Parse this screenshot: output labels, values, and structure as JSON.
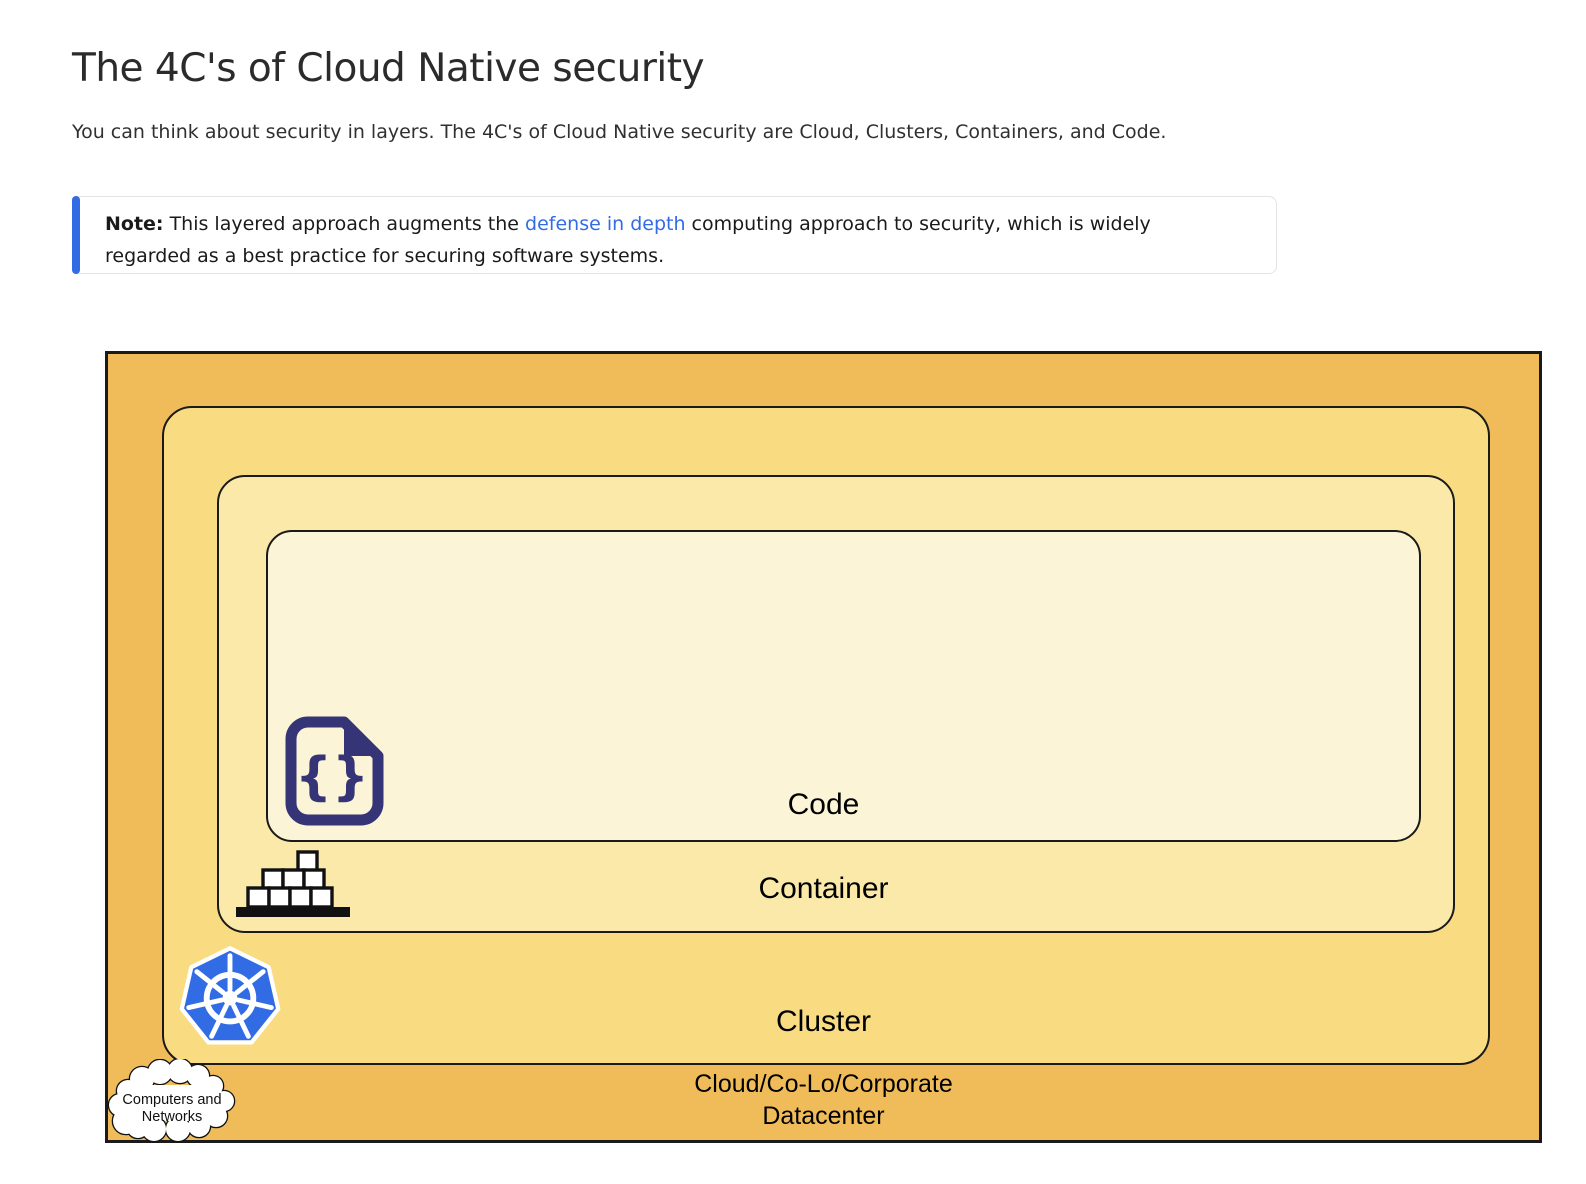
{
  "page": {
    "title": "The 4C's of Cloud Native security",
    "intro": "You can think about security in layers. The 4C's of Cloud Native security are Cloud, Clusters, Containers, and Code."
  },
  "note": {
    "label": "Note:",
    "text_before_link": " This layered approach augments the ",
    "link_text": "defense in depth",
    "text_after_link": " computing approach to security, which is widely regarded as a best practice for securing software systems."
  },
  "diagram": {
    "labels": {
      "code": "Code",
      "container": "Container",
      "cluster": "Cluster",
      "cloud_line1": "Cloud/Co-Lo/Corporate",
      "cloud_line2": "Datacenter"
    },
    "cloud_bubble": {
      "line1": "Computers and",
      "line2": "Networks"
    },
    "icons": {
      "code_icon": "code-document-braces",
      "code_glyph": "{}",
      "container_icon": "stacked-containers",
      "cluster_icon": "kubernetes-helm-wheel",
      "cloud_icon": "computers-networks-cloud"
    },
    "colors": {
      "cloud_layer": "#F0BC5A",
      "cluster_layer": "#F9DC82",
      "container_layer": "#FBE9A9",
      "code_layer": "#FCF4D6",
      "kubernetes_blue": "#326CE5",
      "icon_navy": "#343477",
      "link_blue": "#326CE5",
      "note_accent": "#326CE5",
      "outline_black": "#1A1A1A"
    }
  }
}
